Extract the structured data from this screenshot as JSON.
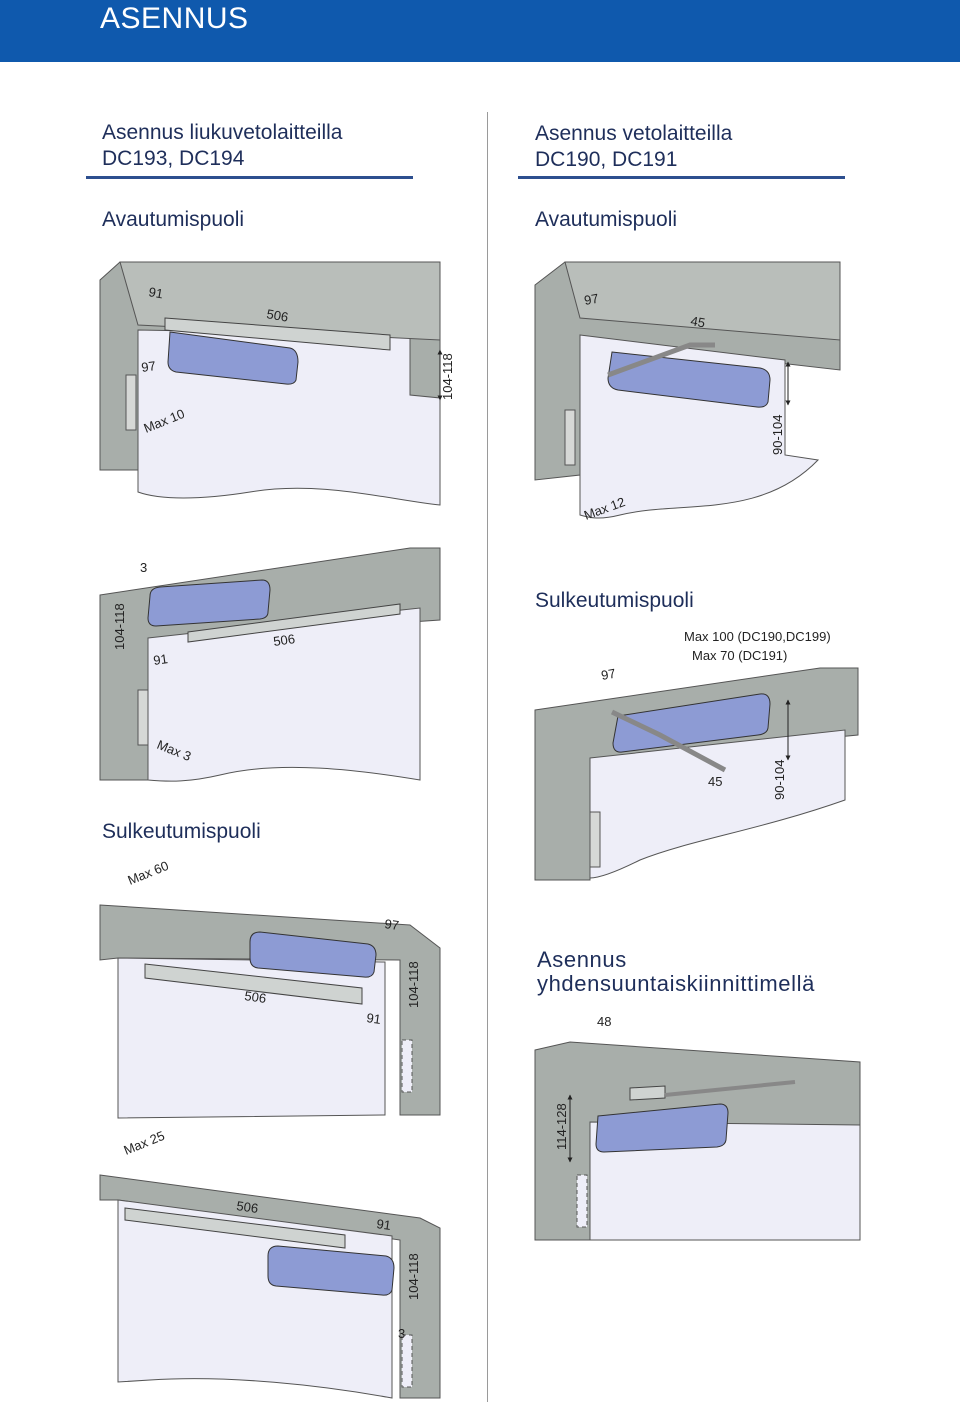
{
  "header": {
    "title": "ASENNUS"
  },
  "left": {
    "title_line1": "Asennus liukuvetolaitteilla",
    "title_line2": "DC193, DC194",
    "opening_label": "Avautumispuoli",
    "closing_label": "Sulkeutumispuoli",
    "fig1": {
      "d1": "91",
      "d2": "506",
      "d3": "97",
      "d4": "104-118",
      "d5": "Max 10"
    },
    "fig2": {
      "d1": "3",
      "d2": "104-118",
      "d3": "91",
      "d4": "506",
      "d5": "Max 3"
    },
    "fig3": {
      "d1": "Max 60",
      "d2": "97",
      "d3": "506",
      "d4": "91",
      "d5": "104-118"
    },
    "fig4": {
      "d1": "Max 25",
      "d2": "506",
      "d3": "91",
      "d4": "104-118",
      "d5": "3"
    }
  },
  "right": {
    "title_line1": "Asennus vetolaitteilla",
    "title_line2": "DC190, DC191",
    "opening_label": "Avautumispuoli",
    "closing_label": "Sulkeutumispuoli",
    "fig1": {
      "d1": "97",
      "d2": "45",
      "d3": "90-104",
      "d4": "Max 12"
    },
    "fig2": {
      "d1": "Max 100 (DC190,DC199)",
      "d2": "Max 70 (DC191)",
      "d3": "97",
      "d4": "45",
      "d5": "90-104"
    },
    "bracket_title_line1": "Asennus",
    "bracket_title_line2": "yhdensuuntaiskiinnittimellä",
    "fig3": {
      "d1": "48",
      "d2": "114-128"
    }
  },
  "colors": {
    "banner": "#0f59ad",
    "wall": "#a8aeaa",
    "door": "#eeeef8",
    "closer": "#8d9bd4",
    "rule": "#2d4f8f"
  }
}
